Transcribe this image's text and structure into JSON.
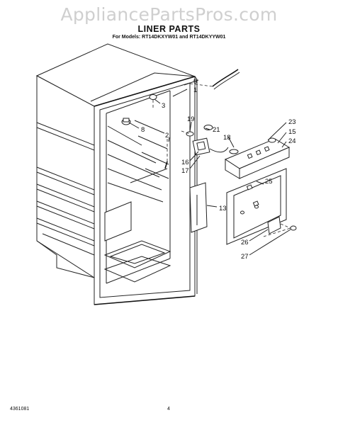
{
  "watermark": "AppliancePartsPros.com",
  "title": "LINER PARTS",
  "subtitle": "For Models: RT14DKXYW01 and RT14DKYYW01",
  "footer": {
    "doc_number": "4361081",
    "page_number": "4"
  },
  "callouts": {
    "c1": "1",
    "c2": "2",
    "c3": "3",
    "c8": "8",
    "c9": "9",
    "c13": "13",
    "c15": "15",
    "c16": "16",
    "c17": "17",
    "c18": "18",
    "c19": "19",
    "c21": "21",
    "c23": "23",
    "c24": "24",
    "c25": "25",
    "c26": "26",
    "c27": "27"
  }
}
